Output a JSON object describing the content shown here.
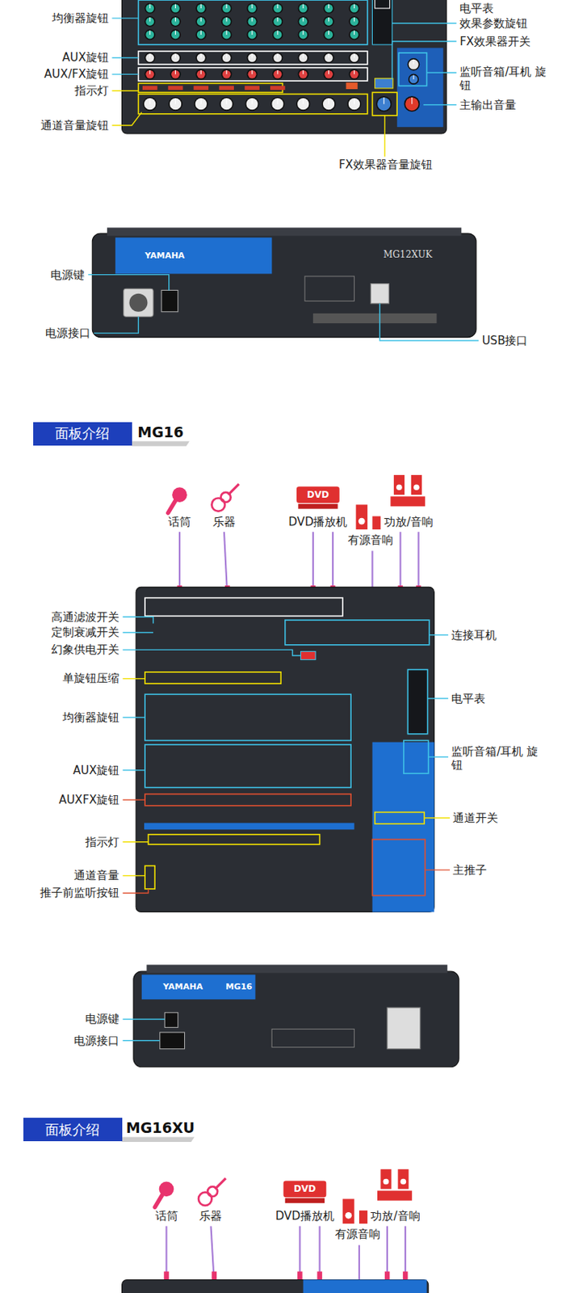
{
  "diagram": {
    "nodes": [
      {
        "text": [
          "面板介绍"
        ]
      },
      {
        "text": [
          "面板介绍"
        ]
      }
    ],
    "labels": [
      "电平表",
      "均衡器旋钮",
      "效果参数旋钮",
      "FX效果器开关",
      "AUX旋钮",
      "AUX/FX旋钮",
      "监听音箱/耳机 旋钮",
      "指示灯",
      "主输出音量",
      "通道音量旋钮",
      "FX效果器音量旋钮",
      "YAMAHA",
      "MG12XUK",
      "电源键",
      "电源接口",
      "USB接口",
      "话筒",
      "乐器",
      "DVD",
      "DVD播放机",
      "有源音响",
      "功放/音响",
      "高通滤波开关",
      "定制衰减开关",
      "幻象供电开关",
      "单旋钮压缩",
      "均衡器旋钮",
      "AUX旋钮",
      "AUXFX旋钮",
      "指示灯",
      "通道音量",
      "推子前监听按钮",
      "连接耳机",
      "电平表",
      "监听音箱/耳机 旋钮",
      "通道开关",
      "主推子",
      "YAMAHA",
      "MG16",
      "电源键",
      "电源接口",
      "话筒",
      "乐器",
      "DVD",
      "DVD播放机",
      "有源音响",
      "功放/音响",
      "MG16",
      "MG16XU"
    ]
  }
}
